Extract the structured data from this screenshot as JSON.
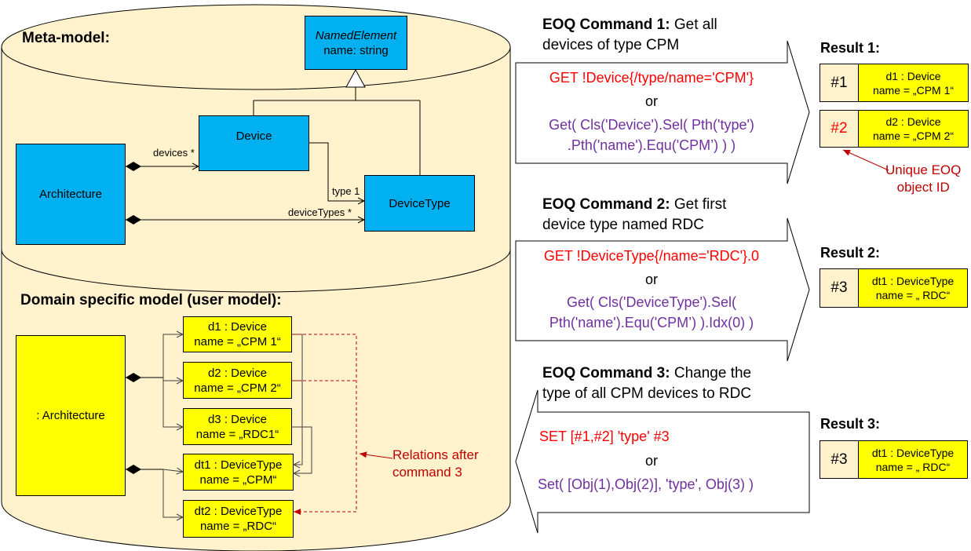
{
  "metamodel": {
    "heading": "Meta-model:",
    "named_element": {
      "title": "NamedElement",
      "attr": "name: string"
    },
    "device": "Device",
    "architecture": "Architecture",
    "device_type": "DeviceType",
    "labels": {
      "devices": "devices *",
      "type": "type 1",
      "device_types": "deviceTypes *"
    }
  },
  "domain_model": {
    "heading": "Domain specific model (user model):",
    "architecture": ": Architecture",
    "objects": [
      {
        "title": "d1 : Device",
        "attr": "name = „CPM 1“"
      },
      {
        "title": "d2 : Device",
        "attr": "name = „CPM 2“"
      },
      {
        "title": "d3 : Device",
        "attr": "name = „RDC1“"
      },
      {
        "title": "dt1 : DeviceType",
        "attr": "name = „CPM“"
      },
      {
        "title": "dt2 : DeviceType",
        "attr": "name = „RDC“"
      }
    ],
    "relations_note": [
      "Relations after",
      "command 3"
    ]
  },
  "commands": [
    {
      "bold": "EOQ Command 1:",
      "rest": " Get all",
      "line2": "devices of type CPM",
      "text_syntax": "GET !Device{/type/name='CPM'}",
      "or": "or",
      "api": [
        "Get( Cls('Device').Sel( Pth('type')",
        ".Pth('name').Equ('CPM’) ) )"
      ]
    },
    {
      "bold": "EOQ Command 2:",
      "rest": " Get first",
      "line2": "device type named RDC",
      "text_syntax": "GET !DeviceType{/name='RDC'}.0",
      "or": "or",
      "api": [
        "Get( Cls('DeviceType').Sel(",
        "Pth('name').Equ('CPM’) ).Idx(0) )"
      ]
    },
    {
      "bold": "EOQ Command 3:",
      "rest": " Change the",
      "line2": "type of all CPM devices to RDC",
      "text_syntax": "SET [#1,#2] 'type' #3",
      "or": "or",
      "api": [
        "Set( [Obj(1),Obj(2)], 'type', Obj(3) )"
      ]
    }
  ],
  "results": [
    {
      "heading": "Result 1:",
      "rows": [
        {
          "id": "#1",
          "title": "d1 : Device",
          "attr": "name = „CPM 1“"
        },
        {
          "id": "#2",
          "title": "d2 : Device",
          "attr": "name = „CPM 2“"
        }
      ]
    },
    {
      "heading": "Result 2:",
      "rows": [
        {
          "id": "#3",
          "title": "dt1 : DeviceType",
          "attr": "name = „ RDC“"
        }
      ]
    },
    {
      "heading": "Result 3:",
      "rows": [
        {
          "id": "#3",
          "title": "dt1 : DeviceType",
          "attr": "name = „ RDC“"
        }
      ]
    }
  ],
  "unique_id_note": [
    "Unique EOQ",
    "object ID"
  ]
}
